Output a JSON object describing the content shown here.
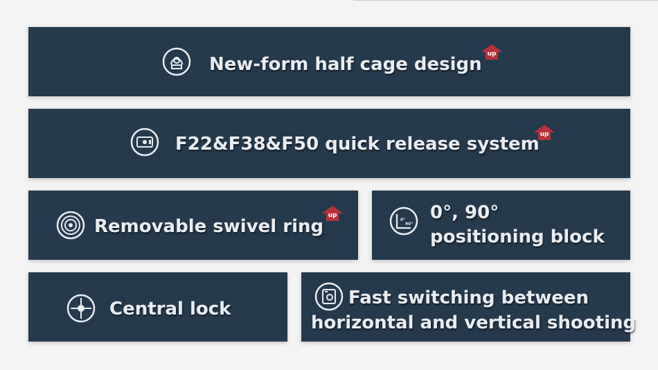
{
  "features": [
    {
      "label": "New-form half cage design",
      "icon": "half-cage-icon",
      "badge": "up"
    },
    {
      "label": "F22&F38&F50 quick release system",
      "icon": "quick-release-icon",
      "badge": "up"
    },
    {
      "label": "Removable swivel ring",
      "icon": "swivel-ring-icon",
      "badge": "up"
    },
    {
      "line1": "0°, 90°",
      "line2": "positioning block",
      "icon": "positioning-block-icon",
      "icon_text_a": "0°",
      "icon_text_b": "90°"
    },
    {
      "label": "Central lock",
      "icon": "central-lock-icon"
    },
    {
      "line1": "Fast switching between",
      "line2": "horizontal and vertical shooting",
      "icon": "orientation-switch-icon"
    }
  ],
  "colors": {
    "card": "#263a4e",
    "background": "#f3f3f3",
    "text": "#e9edf1",
    "badge": "#b8313a"
  }
}
